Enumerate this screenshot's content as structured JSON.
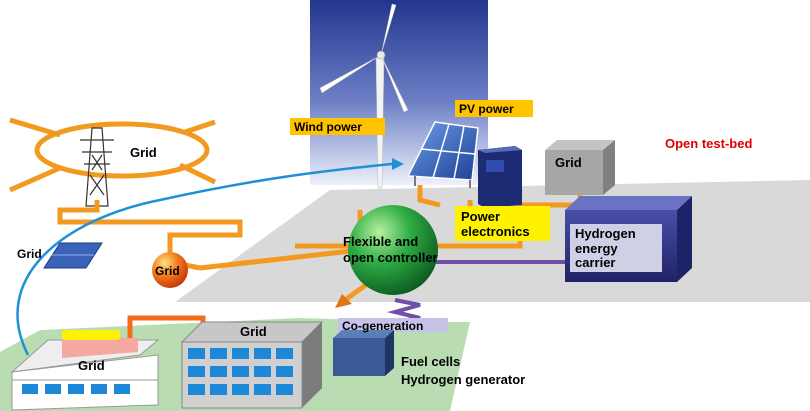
{
  "labels": {
    "grid_top": "Grid",
    "grid_left": "Grid",
    "grid_ball": "Grid",
    "grid_cube": "Grid",
    "grid_building": "Grid",
    "grid_house": "Grid",
    "wind_power": "Wind power",
    "pv_power": "PV power",
    "open_test_bed": "Open test-bed",
    "power_electronics_1": "Power",
    "power_electronics_2": "electronics",
    "controller_1": "Flexible and",
    "controller_2": "open controller",
    "hydrogen_1": "Hydrogen",
    "hydrogen_2": "energy",
    "hydrogen_3": "carrier",
    "cogeneration": "Co-generation",
    "fuel_cells": "Fuel cells",
    "hydrogen_generator": "Hydrogen generator"
  },
  "colors": {
    "power_line": "#f29a1f",
    "data_line": "#6f4fa8",
    "open_test_bed_text": "#e00000",
    "controller_green": "#1e9a3c",
    "sky_blue": "#2a3f9e",
    "label_yellow": "#fff200",
    "floor_green": "#b9dcb3",
    "floor_grey": "#d9d9d9"
  }
}
